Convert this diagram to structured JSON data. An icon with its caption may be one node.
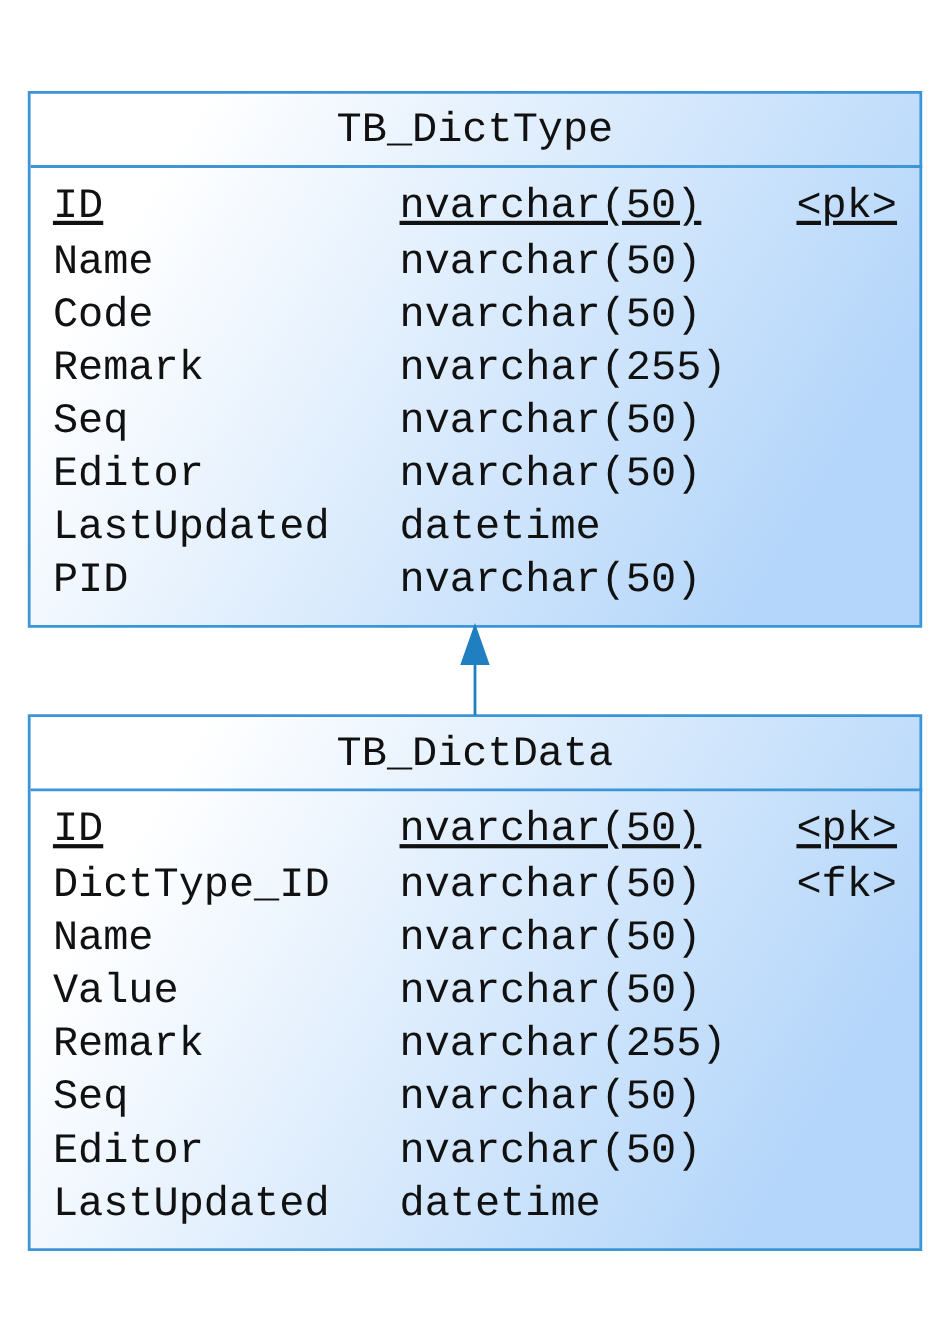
{
  "diagram": {
    "nodes": [
      {
        "text": [
          "TB_DictType",
          "ID nvarchar(50) <pk>",
          "Name nvarchar(50)",
          "Code nvarchar(50)",
          "Remark nvarchar(255)",
          "Seq nvarchar(50)",
          "Editor nvarchar(50)",
          "LastUpdated datetime",
          "PID nvarchar(50)"
        ]
      },
      {
        "text": [
          "TB_DictData",
          "ID nvarchar(50) <pk>",
          "DictType_ID nvarchar(50) <fk>",
          "Name nvarchar(50)",
          "Value nvarchar(50)",
          "Remark nvarchar(255)",
          "Seq nvarchar(50)",
          "Editor nvarchar(50)",
          "LastUpdated datetime"
        ]
      }
    ],
    "edges": [
      {
        "from": 1,
        "to": 0,
        "arrow": "to"
      }
    ]
  }
}
